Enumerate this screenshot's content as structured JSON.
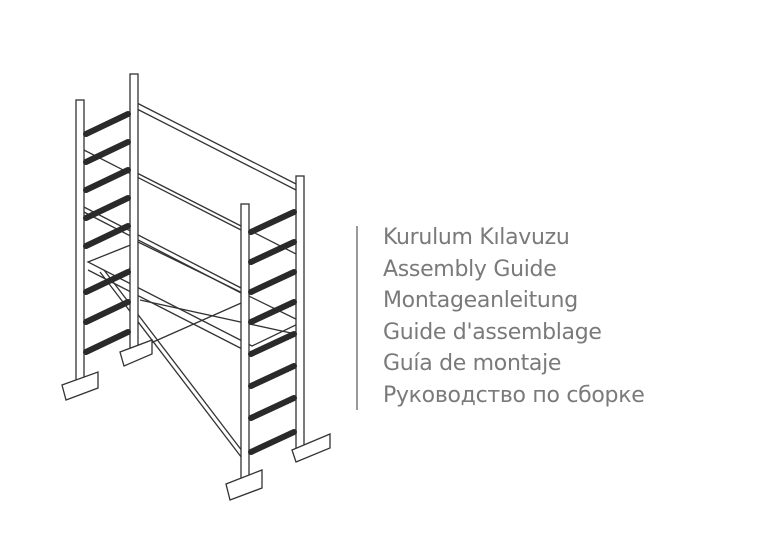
{
  "titles": [
    "Kurulum Kılavuzu",
    "Assembly Guide",
    "Montageanleitung",
    "Guide d'assemblage",
    "Guía de montaje",
    "Руководство по сборке"
  ],
  "colors": {
    "text": "#7a7a7a",
    "divider": "#9a9a9a",
    "rung": "#2a2a2a",
    "outline": "#333333"
  }
}
